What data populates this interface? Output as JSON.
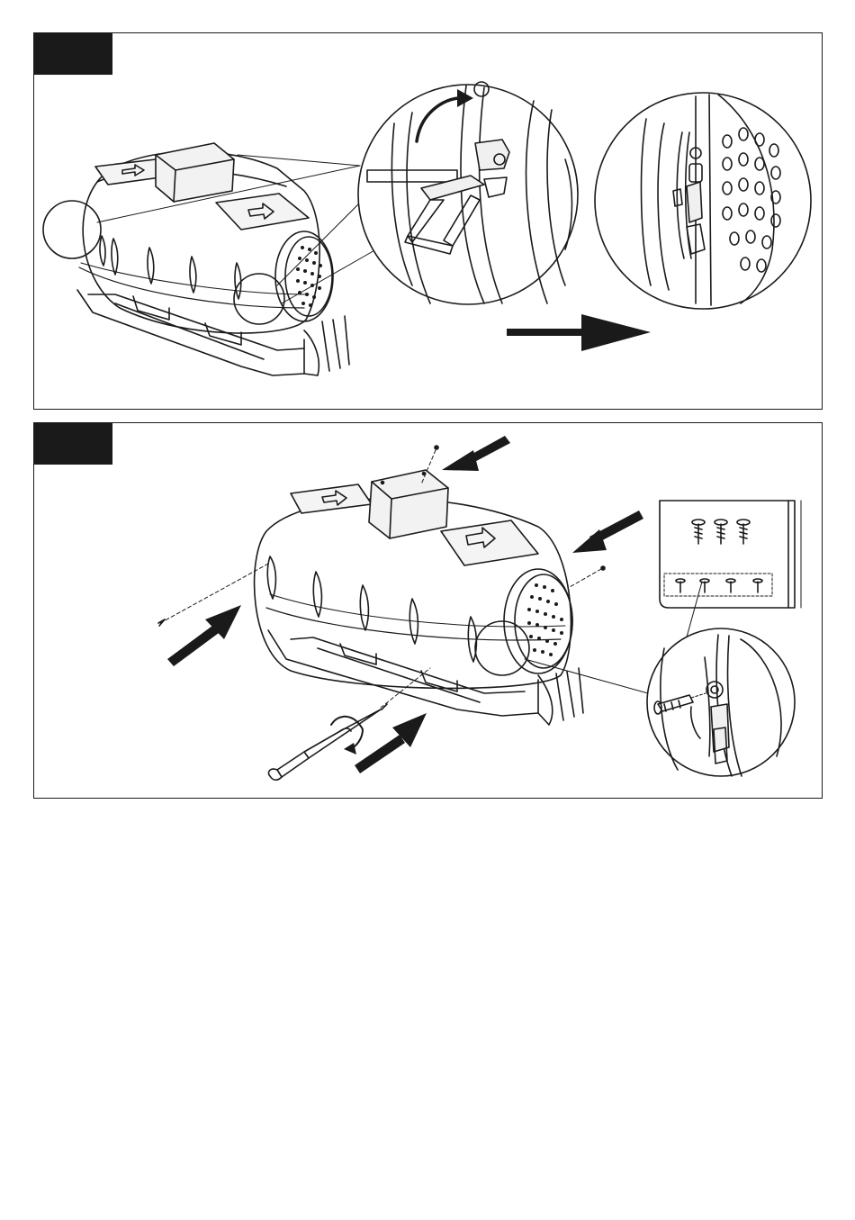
{
  "document": {
    "type": "assembly-instructions",
    "panels": [
      {
        "step_label": "",
        "illustrations": [
          "tumbler-composter-overview",
          "latch-detail-callout-opening",
          "latch-detail-callout-closed",
          "direction-arrow-right"
        ]
      },
      {
        "step_label": "",
        "illustrations": [
          "tumbler-composter-screws-exploded",
          "insertion-arrows",
          "screwdriver",
          "screw-parts-inset",
          "screw-attachment-detail"
        ],
        "parts_inset": {
          "upper_row_screw_count": 3,
          "lower_row_screw_count": 4
        }
      }
    ]
  },
  "colors": {
    "line": "#1a1a1a",
    "tab": "#1a1a1a",
    "background": "#ffffff"
  }
}
